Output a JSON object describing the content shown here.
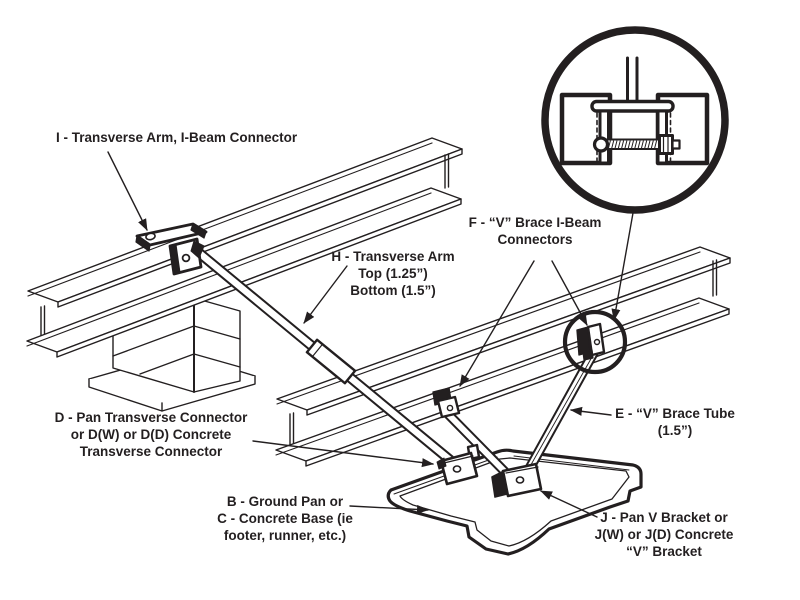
{
  "diagram": {
    "background": "#ffffff",
    "ink_color": "#231f20",
    "labels": {
      "i_connector": {
        "lines": [
          "I - Transverse Arm, I-Beam Connector"
        ]
      },
      "h_arm": {
        "lines": [
          "H - Transverse Arm",
          "Top (1.25”)",
          "Bottom (1.5”)"
        ]
      },
      "f_connectors": {
        "lines": [
          "F - “V” Brace I-Beam",
          "Connectors"
        ]
      },
      "d_connector": {
        "lines": [
          "D - Pan Transverse Connector",
          "or D(W) or D(D) Concrete",
          "Transverse Connector"
        ]
      },
      "b_c_base": {
        "lines": [
          "B - Ground Pan or",
          "C - Concrete Base (ie",
          "footer, runner, etc.)"
        ]
      },
      "e_tube": {
        "lines": [
          "E - “V” Brace Tube",
          "(1.5”)"
        ]
      },
      "j_bracket": {
        "lines": [
          "J -  Pan V Bracket or",
          "J(W) or J(D) Concrete",
          "“V” Bracket"
        ]
      }
    }
  }
}
